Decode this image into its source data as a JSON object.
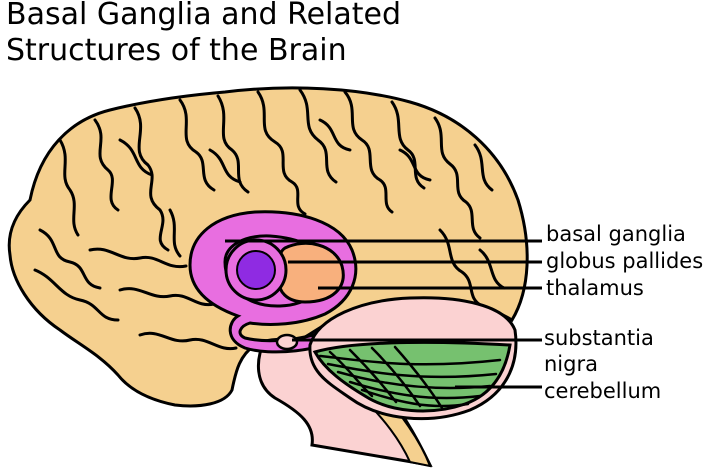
{
  "title": {
    "line1": "Basal Ganglia and Related",
    "line2": "Structures of the Brain"
  },
  "labels": {
    "basal_ganglia": "basal ganglia",
    "globus_pallides": "globus pallides",
    "thalamus": "thalamus",
    "substantia_1": "substantia",
    "substantia_2": "nigra",
    "cerebellum": "cerebellum"
  },
  "colors": {
    "cortex": "#f5d08f",
    "basal_ganglia": "#e86ee0",
    "globus_pallides": "#8f2be2",
    "thalamus": "#f8b07d",
    "brainstem": "#fbd2d2",
    "cerebellum_outer": "#fbd2d2",
    "cerebellum_inner": "#76c16f",
    "outline": "#000000"
  }
}
